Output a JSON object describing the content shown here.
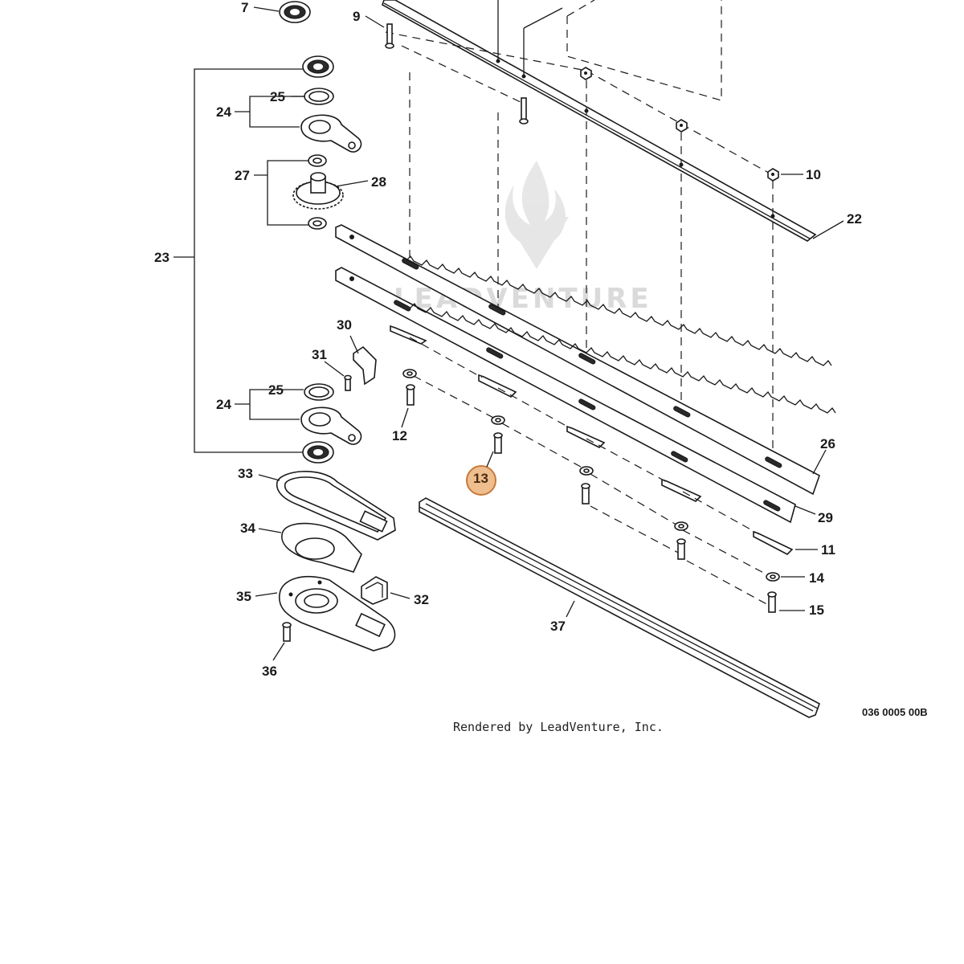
{
  "diagram": {
    "callouts": {
      "p7": "7",
      "p9": "9",
      "p10": "10",
      "p22": "22",
      "p23": "23",
      "p24a": "24",
      "p25a": "25",
      "p27": "27",
      "p28": "28",
      "p30": "30",
      "p31": "31",
      "p24b": "24",
      "p25b": "25",
      "p12": "12",
      "p13": "13",
      "p26": "26",
      "p29": "29",
      "p11": "11",
      "p14": "14",
      "p15": "15",
      "p33": "33",
      "p34": "34",
      "p35": "35",
      "p32": "32",
      "p36": "36",
      "p37": "37"
    },
    "highlighted_part": "13",
    "highlight_color": "#e8a86a",
    "highlight_stroke": "#c87a3a",
    "footer_credit": "Rendered by LeadVenture, Inc.",
    "drawing_code": "036 0005 00B",
    "watermark_text": "LEADVENTURE",
    "icons": [
      "flame-logo-icon",
      "bearing-icon",
      "gear-icon",
      "bolt-icon",
      "nut-icon",
      "washer-icon"
    ]
  }
}
